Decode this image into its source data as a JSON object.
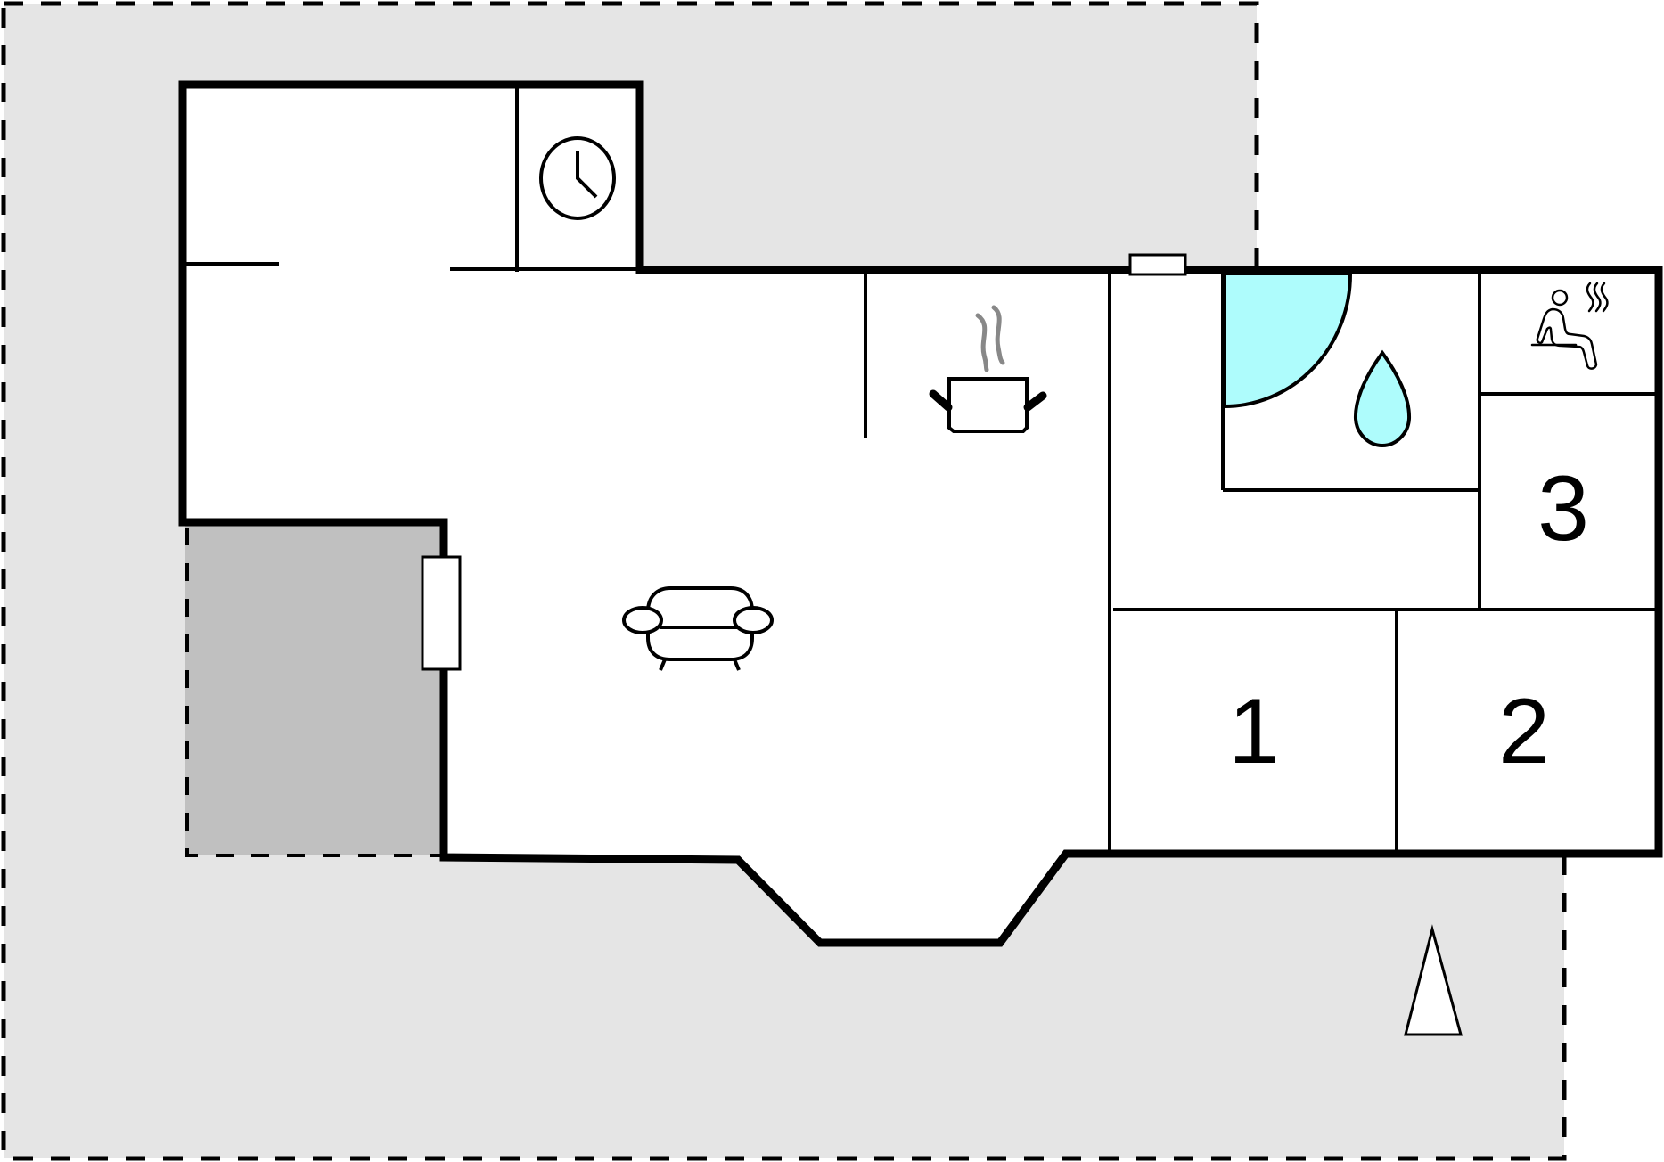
{
  "diagram": {
    "type": "floor-plan",
    "colors": {
      "plot_background": "#e5e5e5",
      "terrace": "#c0c0c0",
      "interior": "#ffffff",
      "wall": "#000000",
      "water": "#aefcfc",
      "steam": "#888888"
    },
    "rooms": [
      {
        "id": "bedroom-1",
        "label": "1"
      },
      {
        "id": "bedroom-2",
        "label": "2"
      },
      {
        "id": "bedroom-3",
        "label": "3"
      }
    ],
    "icons": [
      {
        "name": "clock-icon",
        "meaning": "utility / technical room"
      },
      {
        "name": "cooking-pot-icon",
        "meaning": "kitchen"
      },
      {
        "name": "sofa-icon",
        "meaning": "living room"
      },
      {
        "name": "water-drop-icon",
        "meaning": "bathroom"
      },
      {
        "name": "shower-quarter-circle",
        "meaning": "shower cabin"
      },
      {
        "name": "sauna-icon",
        "meaning": "sauna"
      },
      {
        "name": "north-arrow-icon",
        "meaning": "north orientation"
      }
    ]
  }
}
